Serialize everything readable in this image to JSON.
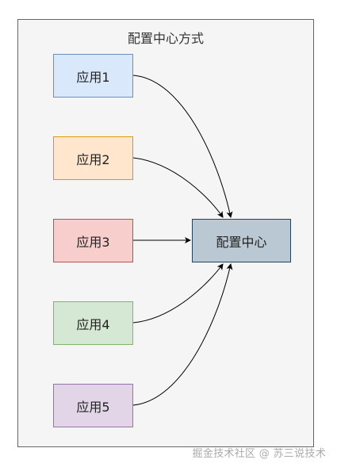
{
  "diagram": {
    "title": "配置中心方式",
    "apps": [
      {
        "id": "app1",
        "label": "应用1",
        "fill": "#dae8fc",
        "stroke": "#6c8ebf"
      },
      {
        "id": "app2",
        "label": "应用2",
        "fill": "#ffe6cc",
        "stroke": "#d79b00"
      },
      {
        "id": "app3",
        "label": "应用3",
        "fill": "#f8cecc",
        "stroke": "#b85450"
      },
      {
        "id": "app4",
        "label": "应用4",
        "fill": "#d5e8d4",
        "stroke": "#82b366"
      },
      {
        "id": "app5",
        "label": "应用5",
        "fill": "#e1d5e7",
        "stroke": "#9673a6"
      }
    ],
    "center": {
      "label": "配置中心",
      "fill": "#bac8d3",
      "stroke": "#23445d"
    },
    "edges": [
      {
        "from": "app1",
        "to": "center"
      },
      {
        "from": "app2",
        "to": "center"
      },
      {
        "from": "app3",
        "to": "center"
      },
      {
        "from": "app4",
        "to": "center"
      },
      {
        "from": "app5",
        "to": "center"
      }
    ]
  },
  "watermark": "掘金技术社区 @ 苏三说技术"
}
